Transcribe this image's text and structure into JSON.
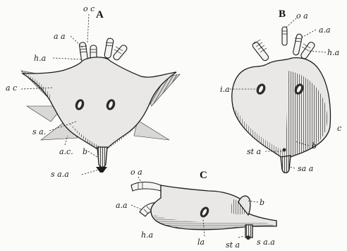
{
  "figures": {
    "A": {
      "letter": "A",
      "labels": {
        "oc": "o c",
        "aa": "a a",
        "ha": "h.a",
        "ac_left": "a c",
        "sa": "s a.",
        "ac_bottom": "a.c.",
        "b": "b",
        "saa": "s a.a"
      }
    },
    "B": {
      "letter": "B",
      "labels": {
        "oa": "o a",
        "aa": "a.a",
        "ha": "h.a",
        "ia": "i.a",
        "c": "c",
        "sta": "st a",
        "b": "b",
        "saa": "sa a"
      }
    },
    "C": {
      "letter": "C",
      "labels": {
        "oa": "o a",
        "aa": "a.a",
        "ha": "h.a",
        "b": "b",
        "la": "la",
        "sta": "st a",
        "saa": "s a.a"
      }
    }
  }
}
